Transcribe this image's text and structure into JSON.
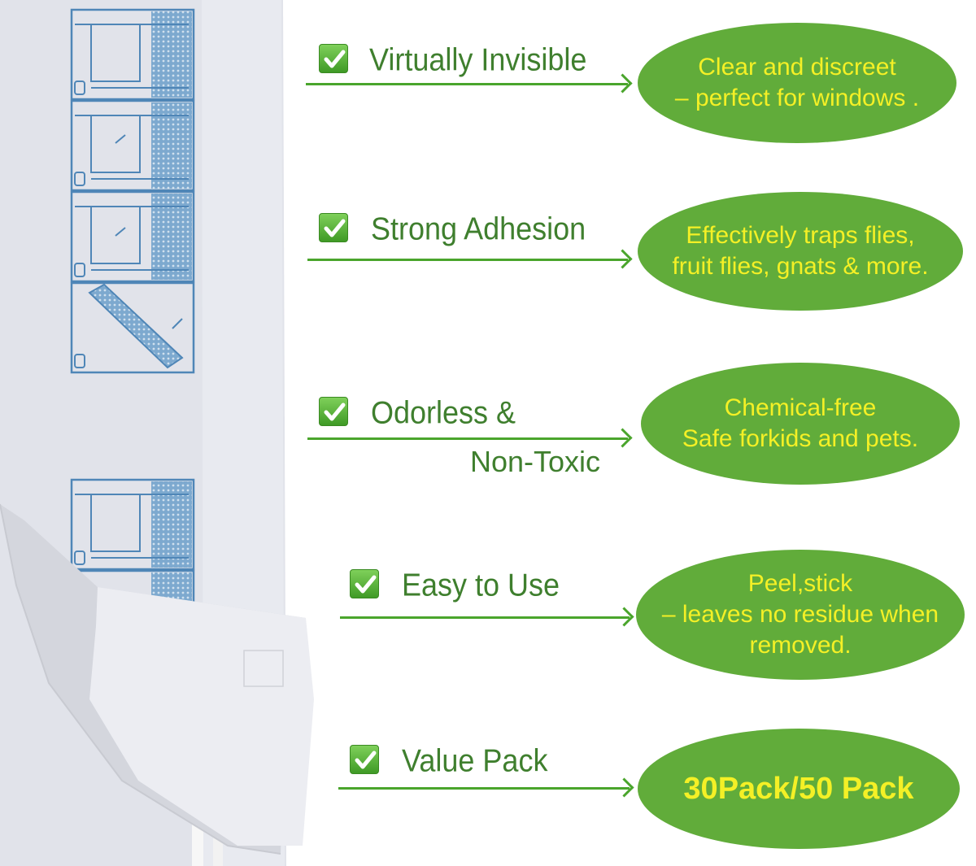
{
  "colors": {
    "label_green": "#3f7f2e",
    "arrow_green": "#4aa52c",
    "bubble_green": "#61ac3a",
    "bubble_text_yellow": "#f4f026",
    "sheet_gray": "#e3e5ec",
    "print_blue": "#4f86b7"
  },
  "product": {
    "icon": "fly-trap-sticky-sheet"
  },
  "features": [
    {
      "icon": "check-icon",
      "label": "Virtually Invisible",
      "label_2": "",
      "description": [
        "Clear and discreet",
        "– perfect for windows ."
      ]
    },
    {
      "icon": "check-icon",
      "label": "Strong Adhesion",
      "label_2": "",
      "description": [
        "Effectively traps flies,",
        "fruit flies, gnats & more."
      ]
    },
    {
      "icon": "check-icon",
      "label": "Odorless &",
      "label_2": "Non-Toxic",
      "description": [
        "Chemical-free",
        "Safe forkids and pets."
      ]
    },
    {
      "icon": "check-icon",
      "label": "Easy to Use",
      "label_2": "",
      "description": [
        "Peel,stick",
        "– leaves no residue when",
        "removed."
      ]
    },
    {
      "icon": "check-icon",
      "label": "Value Pack",
      "label_2": "",
      "description": [
        "30Pack/50 Pack"
      ]
    }
  ]
}
